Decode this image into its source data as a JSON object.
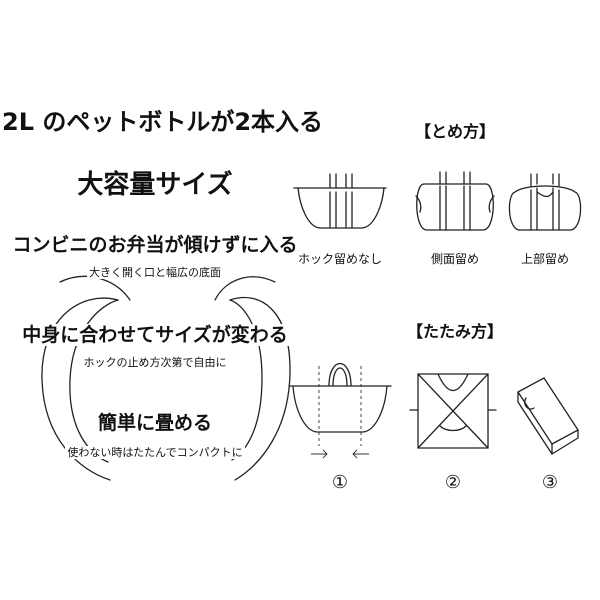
{
  "left": {
    "title_line1": "2L のペットボトルが2本入る",
    "title_line2": "大容量サイズ",
    "feature1_title": "コンビニのお弁当が傾けずに入る",
    "feature1_sub": "大きく開く口と幅広の底面",
    "feature2_title": "中身に合わせてサイズが変わる",
    "feature2_sub": "ホックの止め方次第で自由に",
    "feature3_title": "簡単に畳める",
    "feature3_sub": "使わない時はたたんでコンパクトに"
  },
  "fastening": {
    "title": "【とめ方】",
    "options": [
      {
        "label": "ホック留めなし"
      },
      {
        "label": "側面留め"
      },
      {
        "label": "上部留め"
      }
    ]
  },
  "folding": {
    "title": "【たたみ方】",
    "steps": [
      {
        "label": "①"
      },
      {
        "label": "②"
      },
      {
        "label": "③"
      }
    ]
  }
}
